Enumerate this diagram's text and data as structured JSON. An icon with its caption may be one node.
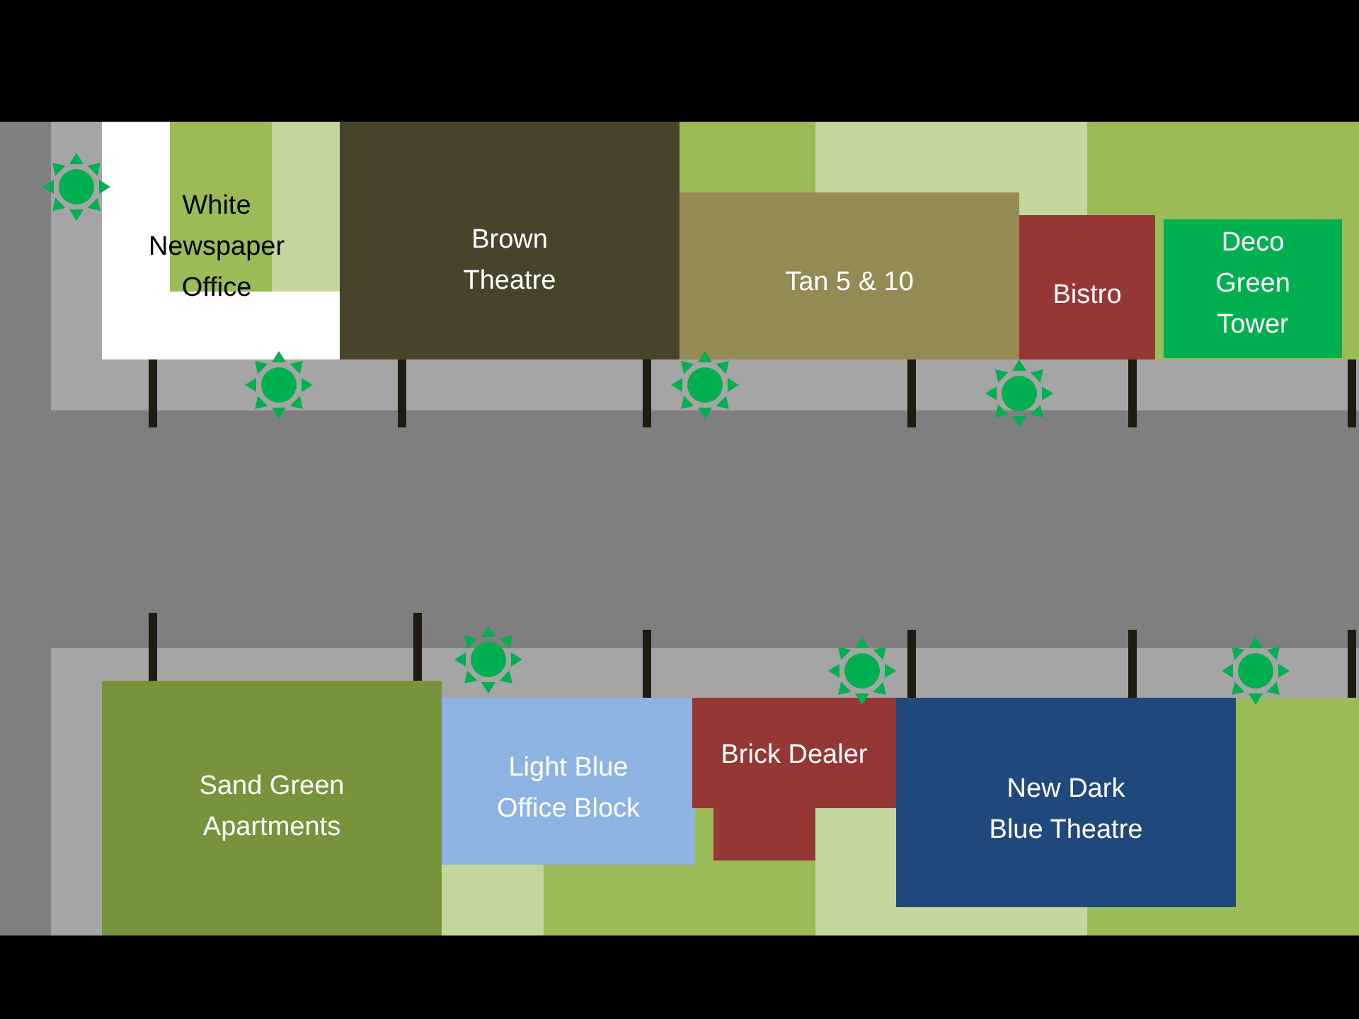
{
  "diagram": {
    "nodes": [
      {
        "text": [
          "White Newspaper Office"
        ]
      },
      {
        "text": [
          "Brown Theatre"
        ]
      },
      {
        "text": [
          "Tan 5 & 10"
        ]
      },
      {
        "text": [
          "Bistro"
        ]
      },
      {
        "text": [
          "Deco Green Tower"
        ]
      },
      {
        "text": [
          "Sand Green Apartments"
        ]
      },
      {
        "text": [
          "Light Blue Office Block"
        ]
      },
      {
        "text": [
          "Brick Dealer"
        ]
      },
      {
        "text": [
          "New Dark Blue Theatre"
        ]
      }
    ]
  }
}
